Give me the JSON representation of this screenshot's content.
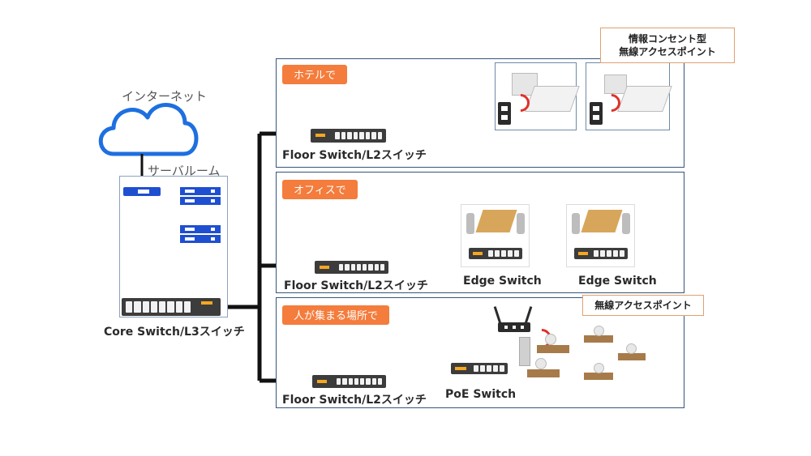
{
  "internet": {
    "label": "インターネット"
  },
  "server_room": {
    "label": "サーバルーム"
  },
  "core": {
    "label": "Core Switch/L3スイッチ"
  },
  "hotel": {
    "tag": "ホテルで",
    "floor_switch": "Floor Switch/L2スイッチ",
    "callout_line1": "情報コンセント型",
    "callout_line2": "無線アクセスポイント"
  },
  "office": {
    "tag": "オフィスで",
    "floor_switch": "Floor Switch/L2スイッチ",
    "edge_switch_1": "Edge Switch",
    "edge_switch_2": "Edge Switch"
  },
  "venue": {
    "tag": "人が集まる場所で",
    "floor_switch": "Floor Switch/L2スイッチ",
    "poe_switch": "PoE Switch",
    "callout": "無線アクセスポイント"
  },
  "colors": {
    "cable": "#111111",
    "panel_border": "#35567a",
    "tag": "#f47c3c",
    "server_blue": "#1f4fd1",
    "cloud_blue": "#1e6fe0",
    "wifi_red": "#e0302a"
  }
}
